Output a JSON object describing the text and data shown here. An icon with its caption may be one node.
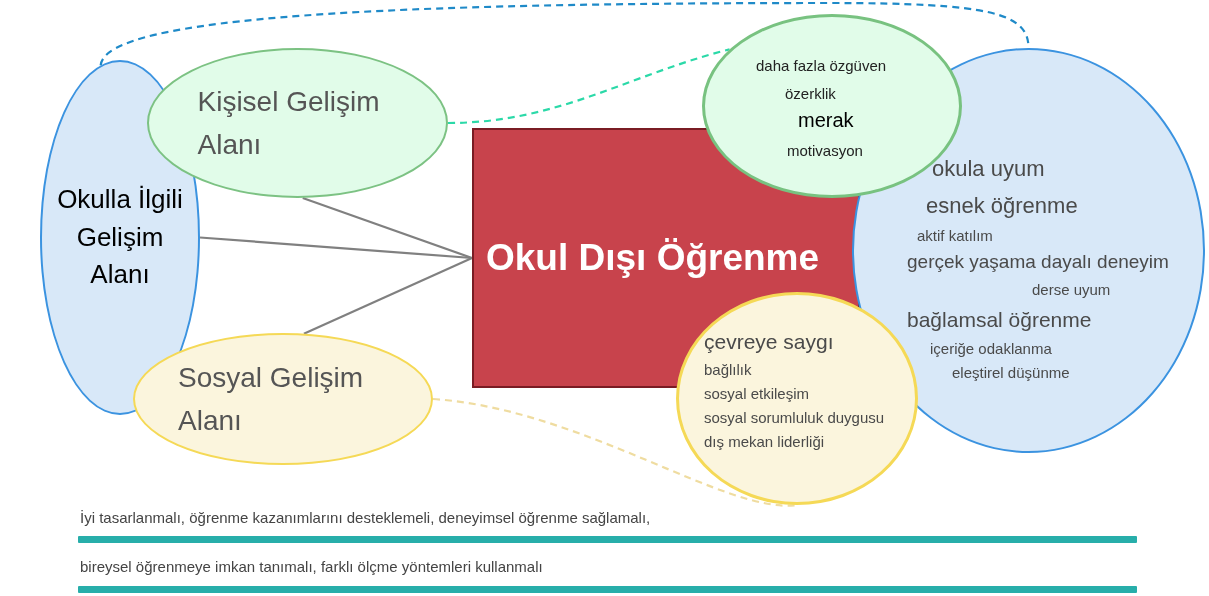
{
  "diagram": {
    "nodes": [
      {
        "text": [
          "Okulla İlgili Gelişim Alanı"
        ]
      },
      {
        "text": [
          "Kişisel Gelişim Alanı"
        ]
      },
      {
        "text": [
          "Sosyal Gelişim Alanı"
        ]
      },
      {
        "text": [
          "Okul Dışı Öğrenme"
        ]
      },
      {
        "text": [
          "daha fazla özgüven",
          "özerklik",
          "merak",
          "motivasyon"
        ]
      },
      {
        "text": [
          "okula uyum",
          "esnek öğrenme",
          "aktif katılım",
          "gerçek yaşama dayalı deneyim",
          "derse uyum",
          "bağlamsal öğrenme",
          "içeriğe odaklanma",
          "eleştirel düşünme"
        ]
      },
      {
        "text": [
          "çevreye saygı",
          "bağlılık",
          "sosyal etkileşim",
          "sosyal sorumluluk duygusu",
          "dış mekan liderliği"
        ]
      }
    ],
    "edges": [
      {
        "from": 1,
        "to": 3,
        "arrow": "none"
      },
      {
        "from": 0,
        "to": 3,
        "arrow": "none"
      },
      {
        "from": 2,
        "to": 3,
        "arrow": "none"
      },
      {
        "from": 0,
        "to": 5,
        "arrow": "none",
        "style": "dashed",
        "color": "#1f8ac8"
      },
      {
        "from": 1,
        "to": 4,
        "arrow": "none",
        "style": "dashed",
        "color": "#2bd9a8"
      },
      {
        "from": 2,
        "to": 6,
        "arrow": "none",
        "style": "dashed",
        "color": "#efdca0"
      }
    ],
    "labels": [
      "İyi tasarlanmalı, öğrenme kazanımlarını desteklemeli, deneyimsel öğrenme sağlamalı,",
      "bireysel öğrenmeye imkan tanımalı, farklı ölçme yöntemleri kullanmalı"
    ]
  }
}
